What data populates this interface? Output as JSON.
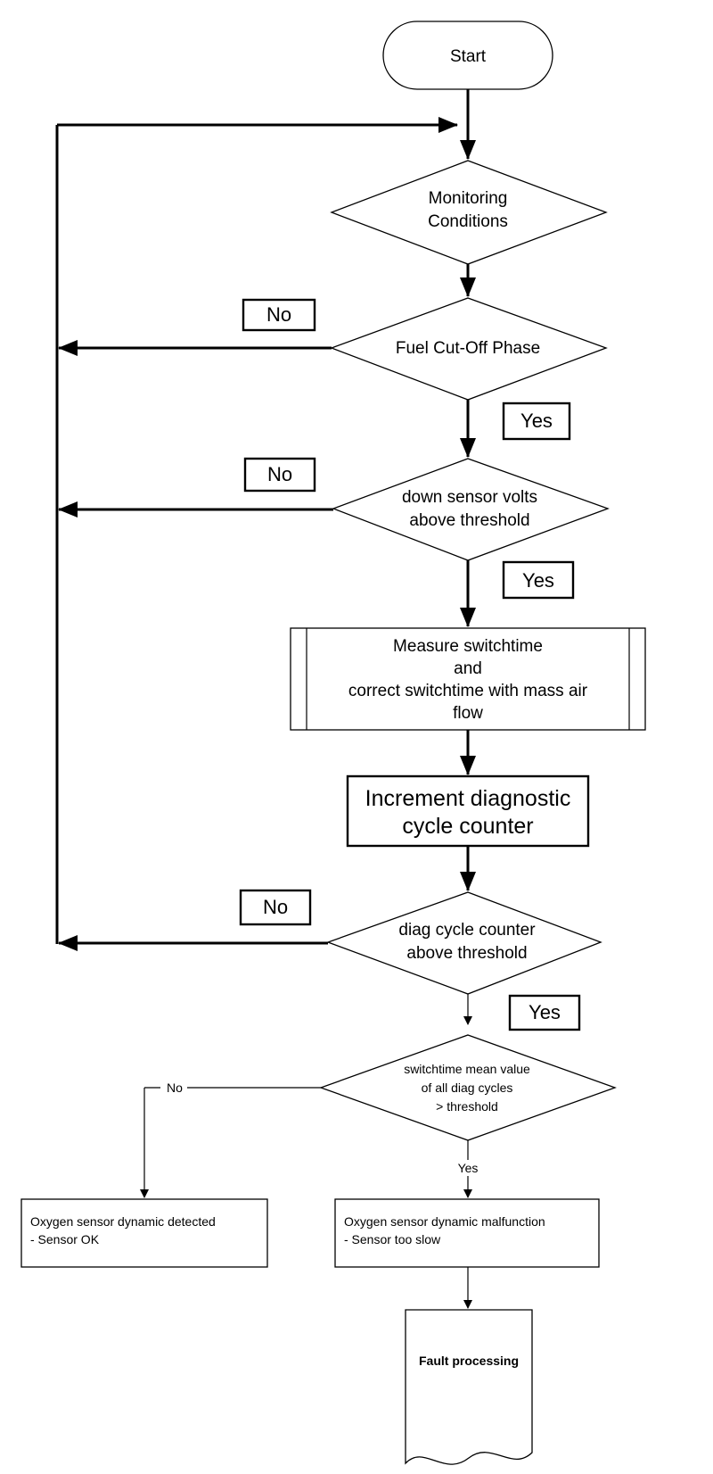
{
  "nodes": {
    "start": "Start",
    "monitoring": [
      "Monitoring",
      "Conditions"
    ],
    "fuel_cutoff": [
      "Fuel Cut-Off Phase"
    ],
    "down_sensor": [
      "down sensor volts",
      "above threshold"
    ],
    "measure": [
      "Measure switchtime",
      "and",
      "correct switchtime with mass air",
      "flow"
    ],
    "increment": [
      "Increment diagnostic",
      "cycle counter"
    ],
    "diag_counter": [
      "diag cycle counter",
      "above threshold"
    ],
    "switchtime_mean": [
      "switchtime mean value",
      "of all diag cycles",
      "> threshold"
    ],
    "sensor_ok": [
      "Oxygen sensor dynamic detected",
      "- Sensor OK"
    ],
    "sensor_malfunction": [
      "Oxygen sensor dynamic malfunction",
      "- Sensor too slow"
    ],
    "fault": "Fault processing"
  },
  "labels": {
    "no_1": "No",
    "yes_1": "Yes",
    "no_2": "No",
    "yes_2": "Yes",
    "no_3": "No",
    "yes_3": "Yes",
    "no_4": "No",
    "yes_4": "Yes"
  }
}
